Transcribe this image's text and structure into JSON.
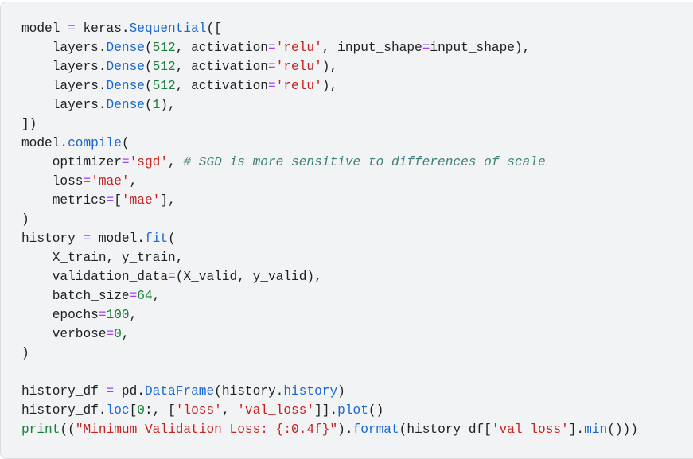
{
  "code": {
    "language": "python",
    "lines": [
      [
        [
          "model ",
          "t"
        ],
        [
          "=",
          "o"
        ],
        [
          " keras.",
          "t"
        ],
        [
          "Sequential",
          "f"
        ],
        [
          "([",
          "t"
        ]
      ],
      [
        [
          "    layers.",
          "t"
        ],
        [
          "Dense",
          "f"
        ],
        [
          "(",
          "t"
        ],
        [
          "512",
          "n"
        ],
        [
          ", activation",
          "t"
        ],
        [
          "=",
          "o"
        ],
        [
          "'relu'",
          "s"
        ],
        [
          ", input_shape",
          "t"
        ],
        [
          "=",
          "o"
        ],
        [
          "input_shape),",
          "t"
        ]
      ],
      [
        [
          "    layers.",
          "t"
        ],
        [
          "Dense",
          "f"
        ],
        [
          "(",
          "t"
        ],
        [
          "512",
          "n"
        ],
        [
          ", activation",
          "t"
        ],
        [
          "=",
          "o"
        ],
        [
          "'relu'",
          "s"
        ],
        [
          "),",
          "t"
        ]
      ],
      [
        [
          "    layers.",
          "t"
        ],
        [
          "Dense",
          "f"
        ],
        [
          "(",
          "t"
        ],
        [
          "512",
          "n"
        ],
        [
          ", activation",
          "t"
        ],
        [
          "=",
          "o"
        ],
        [
          "'relu'",
          "s"
        ],
        [
          "),",
          "t"
        ]
      ],
      [
        [
          "    layers.",
          "t"
        ],
        [
          "Dense",
          "f"
        ],
        [
          "(",
          "t"
        ],
        [
          "1",
          "n"
        ],
        [
          "),",
          "t"
        ]
      ],
      [
        [
          "])",
          "t"
        ]
      ],
      [
        [
          "model.",
          "t"
        ],
        [
          "compile",
          "f"
        ],
        [
          "(",
          "t"
        ]
      ],
      [
        [
          "    optimizer",
          "t"
        ],
        [
          "=",
          "o"
        ],
        [
          "'sgd'",
          "s"
        ],
        [
          ", ",
          "t"
        ],
        [
          "# SGD is more sensitive to differences of scale",
          "c"
        ]
      ],
      [
        [
          "    loss",
          "t"
        ],
        [
          "=",
          "o"
        ],
        [
          "'mae'",
          "s"
        ],
        [
          ",",
          "t"
        ]
      ],
      [
        [
          "    metrics",
          "t"
        ],
        [
          "=",
          "o"
        ],
        [
          "[",
          "t"
        ],
        [
          "'mae'",
          "s"
        ],
        [
          "],",
          "t"
        ]
      ],
      [
        [
          ")",
          "t"
        ]
      ],
      [
        [
          "history ",
          "t"
        ],
        [
          "=",
          "o"
        ],
        [
          " model.",
          "t"
        ],
        [
          "fit",
          "f"
        ],
        [
          "(",
          "t"
        ]
      ],
      [
        [
          "    X_train, y_train,",
          "t"
        ]
      ],
      [
        [
          "    validation_data",
          "t"
        ],
        [
          "=",
          "o"
        ],
        [
          "(X_valid, y_valid),",
          "t"
        ]
      ],
      [
        [
          "    batch_size",
          "t"
        ],
        [
          "=",
          "o"
        ],
        [
          "64",
          "n"
        ],
        [
          ",",
          "t"
        ]
      ],
      [
        [
          "    epochs",
          "t"
        ],
        [
          "=",
          "o"
        ],
        [
          "100",
          "n"
        ],
        [
          ",",
          "t"
        ]
      ],
      [
        [
          "    verbose",
          "t"
        ],
        [
          "=",
          "o"
        ],
        [
          "0",
          "n"
        ],
        [
          ",",
          "t"
        ]
      ],
      [
        [
          ")",
          "t"
        ]
      ],
      [],
      [
        [
          "history_df ",
          "t"
        ],
        [
          "=",
          "o"
        ],
        [
          " pd.",
          "t"
        ],
        [
          "DataFrame",
          "f"
        ],
        [
          "(history.",
          "t"
        ],
        [
          "history",
          "f"
        ],
        [
          ")",
          "t"
        ]
      ],
      [
        [
          "history_df.",
          "t"
        ],
        [
          "loc",
          "f"
        ],
        [
          "[",
          "t"
        ],
        [
          "0",
          "n"
        ],
        [
          ":, [",
          "t"
        ],
        [
          "'loss'",
          "s"
        ],
        [
          ", ",
          "t"
        ],
        [
          "'val_loss'",
          "s"
        ],
        [
          "]].",
          "t"
        ],
        [
          "plot",
          "f"
        ],
        [
          "()",
          "t"
        ]
      ],
      [
        [
          "print",
          "n"
        ],
        [
          "((",
          "t"
        ],
        [
          "\"Minimum Validation Loss: {:0.4f}\"",
          "s"
        ],
        [
          ").",
          "t"
        ],
        [
          "format",
          "f"
        ],
        [
          "(history_df[",
          "t"
        ],
        [
          "'val_loss'",
          "s"
        ],
        [
          "].",
          "t"
        ],
        [
          "min",
          "f"
        ],
        [
          "()))",
          "t"
        ]
      ]
    ]
  },
  "colors": {
    "background": "#f1f3f4",
    "text": "#202124",
    "function": "#1967d2",
    "number": "#188038",
    "string": "#c5221f",
    "operator": "#a142f4",
    "comment": "#3f7f7b"
  }
}
